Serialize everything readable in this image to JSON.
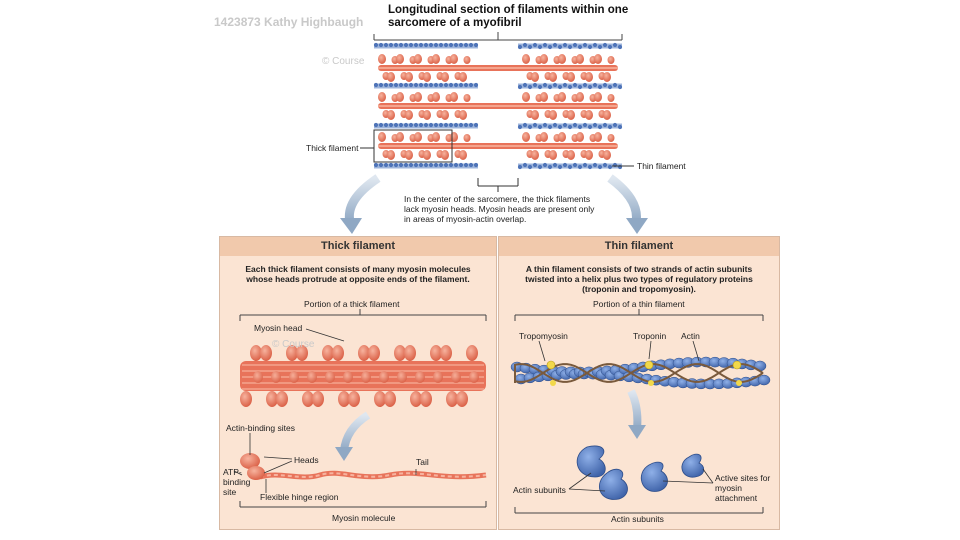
{
  "watermark": {
    "id_text": "1423873 Kathy Highbaugh",
    "course_text": "© Course",
    "course_text2": "© Course"
  },
  "top": {
    "title_line1": "Longitudinal section of filaments within one",
    "title_line2": "sarcomere of a myofibril",
    "thick_filament_label": "Thick filament",
    "thin_filament_label": "Thin filament",
    "center_caption": "In the center of the sarcomere, the thick filaments lack myosin heads. Myosin heads are present only in areas of myosin-actin overlap."
  },
  "thick_panel": {
    "header": "Thick filament",
    "description": "Each thick filament consists of many myosin molecules whose heads protrude at opposite ends of the filament.",
    "portion_label": "Portion of a thick filament",
    "myosin_head_label": "Myosin head",
    "actin_binding_label": "Actin-binding sites",
    "heads_label": "Heads",
    "tail_label": "Tail",
    "atp_label": "ATP-binding site",
    "hinge_label": "Flexible hinge region",
    "molecule_label": "Myosin molecule"
  },
  "thin_panel": {
    "header": "Thin filament",
    "description": "A thin filament consists of two strands of actin subunits twisted into a helix plus two types of regulatory proteins (troponin and tropomyosin).",
    "portion_label": "Portion of a thin filament",
    "tropomyosin_label": "Tropomyosin",
    "troponin_label": "Troponin",
    "actin_label": "Actin",
    "actin_subunits_label": "Actin subunits",
    "active_sites_label": "Active sites for myosin attachment",
    "bottom_label": "Actin subunits"
  },
  "colors": {
    "myosin": "#e8735a",
    "myosin_light": "#f4a58e",
    "actin": "#4f74b8",
    "troponin": "#f2d84a",
    "panel_bg": "#fbe4d3",
    "panel_head": "#f1c9ac",
    "arrow": "#8fa8c4"
  }
}
